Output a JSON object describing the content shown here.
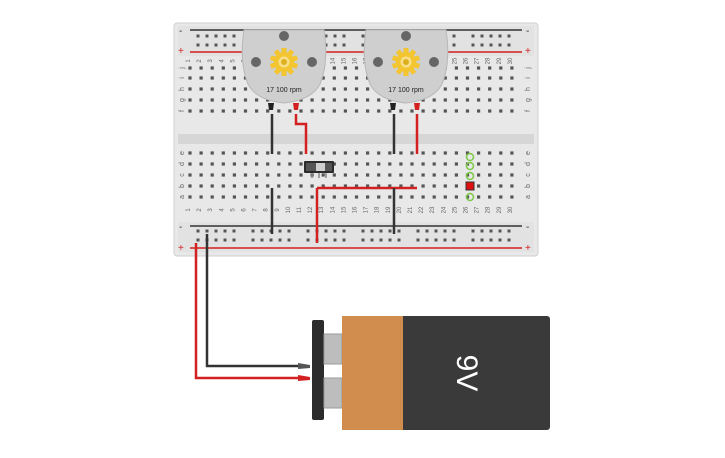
{
  "motors": [
    {
      "label": "17 100 rpm"
    },
    {
      "label": "17 100 rpm"
    }
  ],
  "battery": {
    "label": "9V"
  },
  "breadboard": {
    "columns": [
      "1",
      "2",
      "3",
      "4",
      "5",
      "6",
      "7",
      "8",
      "9",
      "10",
      "11",
      "12",
      "13",
      "14",
      "15",
      "16",
      "17",
      "18",
      "19",
      "20",
      "21",
      "22",
      "23",
      "24",
      "25",
      "26",
      "27",
      "28",
      "29",
      "30"
    ],
    "rows_top": [
      "j",
      "i",
      "h",
      "g",
      "f"
    ],
    "rows_bottom": [
      "e",
      "d",
      "c",
      "b",
      "a"
    ],
    "rail_plus": "+",
    "rail_minus": "-"
  },
  "colors": {
    "board": "#e6e6e6",
    "wire_red": "#d32020",
    "wire_black": "#333333",
    "motor_gear": "#f2c531",
    "battery_label": "#d18d4e",
    "battery_body": "#3a3a3a"
  }
}
